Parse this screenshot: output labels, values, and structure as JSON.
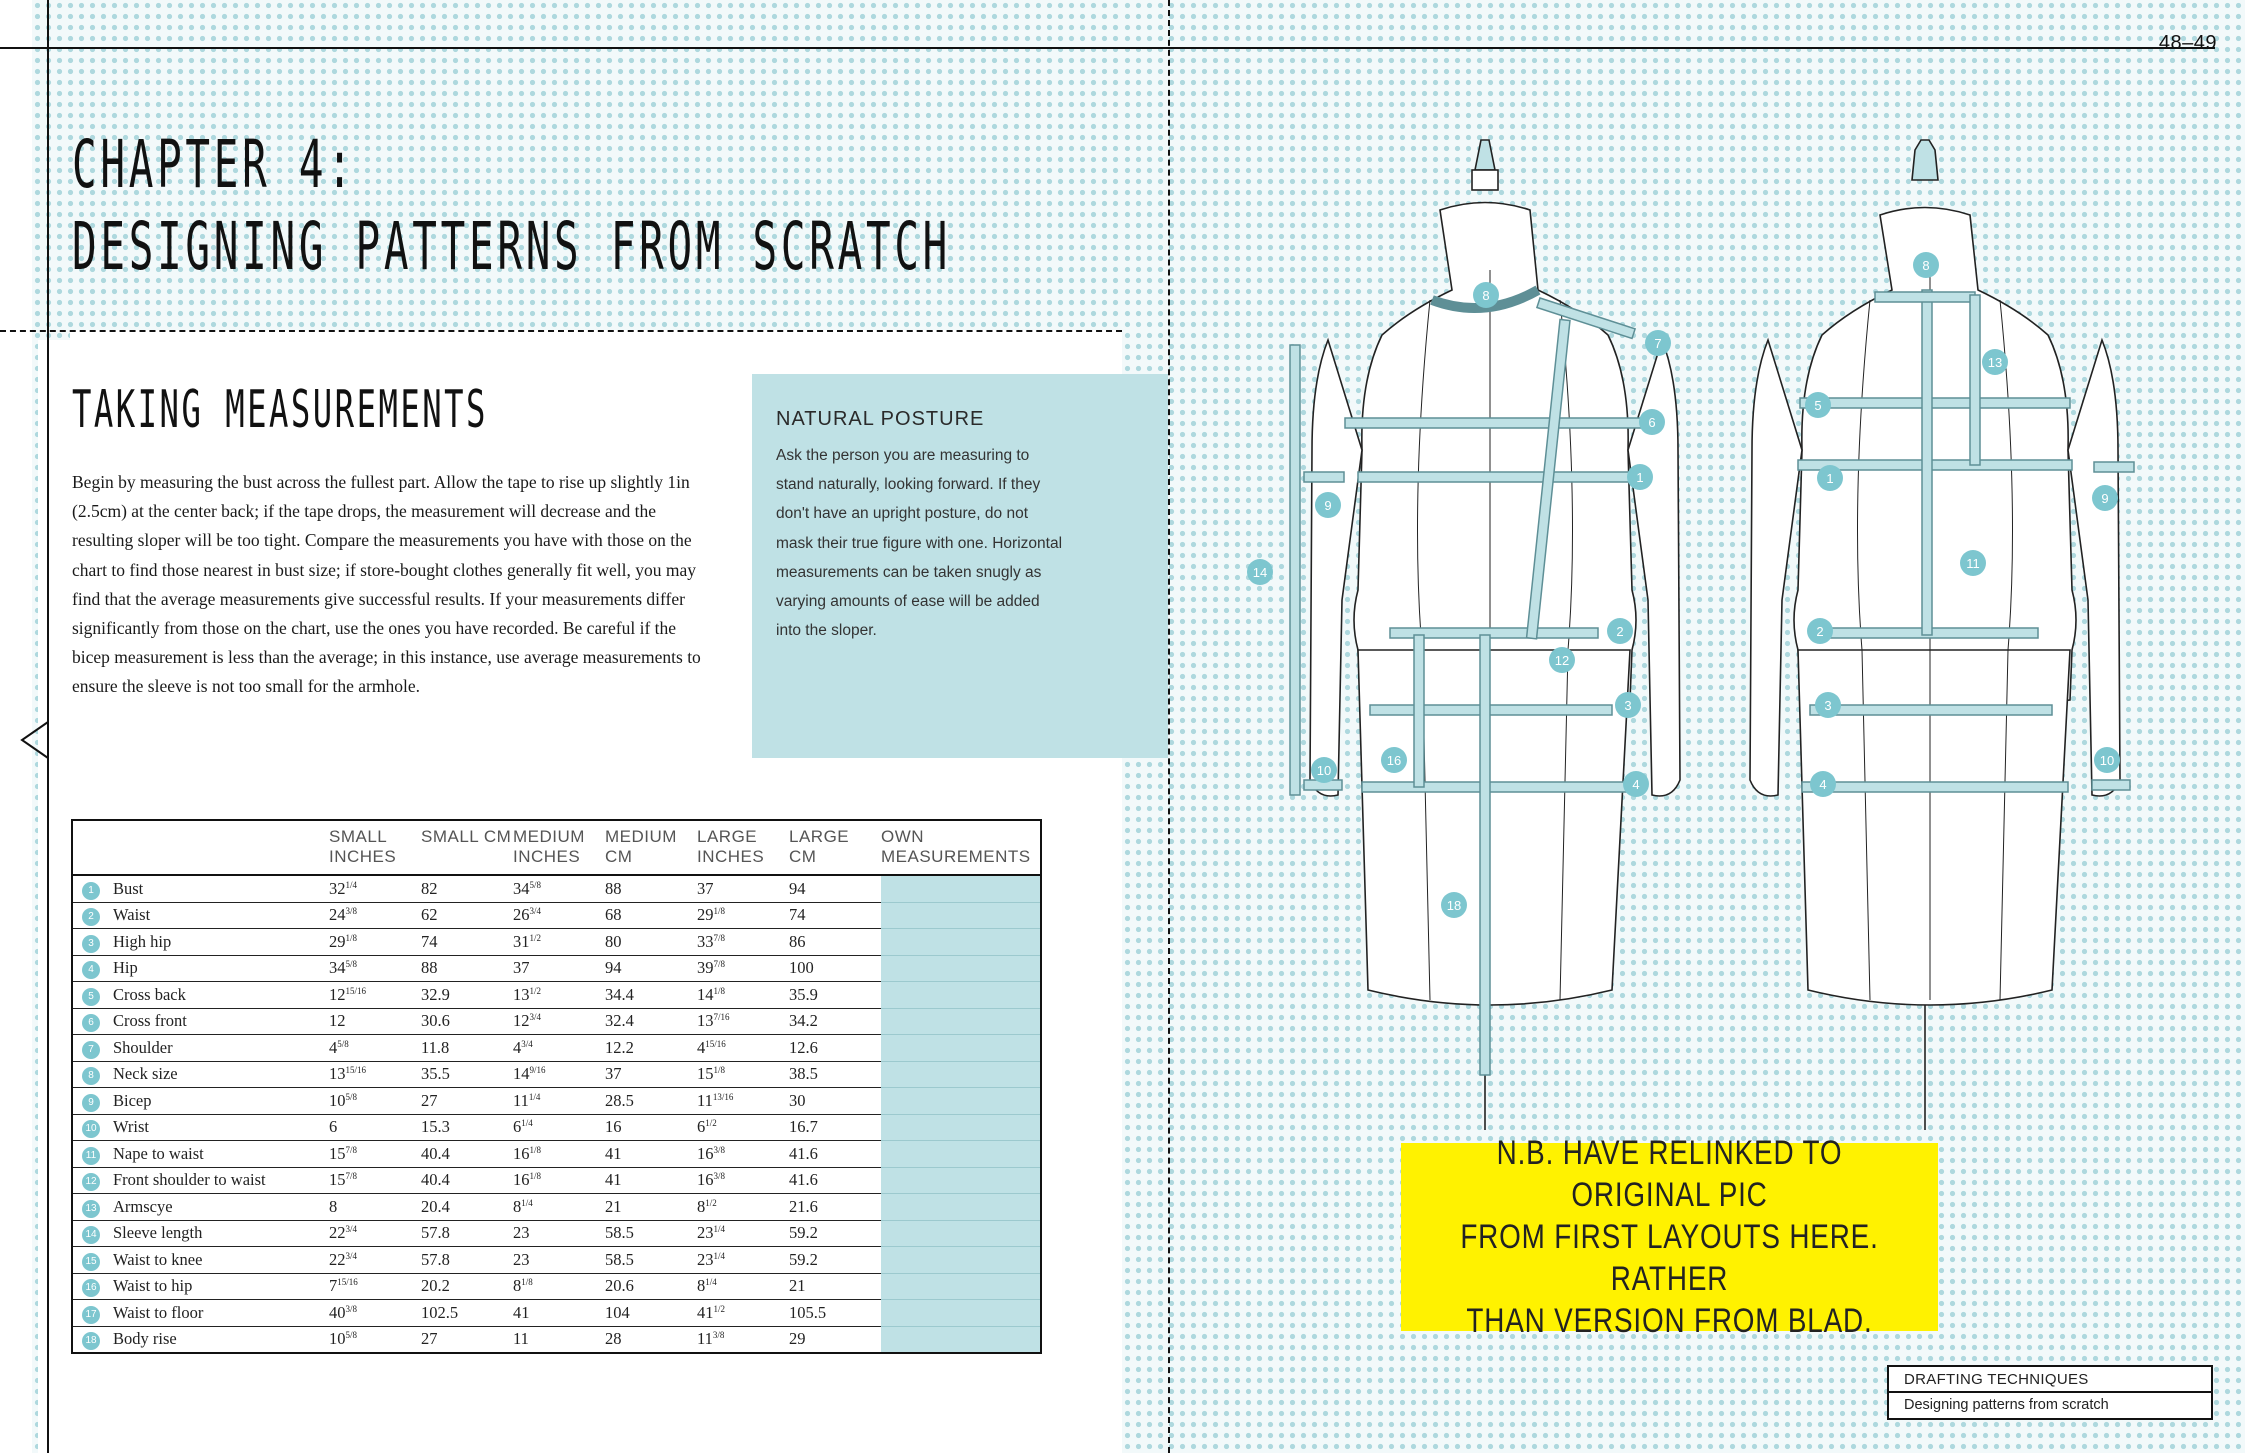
{
  "page": {
    "number": "48–49"
  },
  "chapter": {
    "title": "CHAPTER 4:",
    "subtitle": "DESIGNING PATTERNS FROM SCRATCH"
  },
  "section": {
    "title": "TAKING MEASUREMENTS",
    "body": "Begin by measuring the bust across the fullest part. Allow the tape to rise up slightly 1in (2.5cm) at the center back; if the tape drops, the measurement will decrease and the resulting sloper will be too tight. Compare the measurements you have with those on the chart to find those nearest in bust size; if store-bought clothes generally fit well, you may find that the average measurements give successful results. If your measurements differ significantly from those on the chart, use the ones you have recorded. Be careful if the bicep measurement is less than the average; in this instance, use average measurements to ensure the sleeve is not too small for the armhole."
  },
  "sidebar": {
    "title": "NATURAL POSTURE",
    "body": "Ask the person you are measuring to stand naturally, looking forward. If they don't have an upright posture, do not mask their true figure with one. Horizontal measurements can be taken snugly as varying amounts of ease will be added into the sloper."
  },
  "measurement_table": {
    "headers": [
      "SMALL INCHES",
      "SMALL CM",
      "MEDIUM INCHES",
      "MEDIUM CM",
      "LARGE INCHES",
      "LARGE CM",
      "OWN MEASUREMENTS"
    ],
    "rows": [
      {
        "n": "1",
        "name": "Bust",
        "si": [
          "32",
          "1/4"
        ],
        "sc": "82",
        "mi": [
          "34",
          "5/8"
        ],
        "mc": "88",
        "li": [
          "37",
          ""
        ],
        "lc": "94"
      },
      {
        "n": "2",
        "name": "Waist",
        "si": [
          "24",
          "3/8"
        ],
        "sc": "62",
        "mi": [
          "26",
          "3/4"
        ],
        "mc": "68",
        "li": [
          "29",
          "1/8"
        ],
        "lc": "74"
      },
      {
        "n": "3",
        "name": "High hip",
        "si": [
          "29",
          "1/8"
        ],
        "sc": "74",
        "mi": [
          "31",
          "1/2"
        ],
        "mc": "80",
        "li": [
          "33",
          "7/8"
        ],
        "lc": "86"
      },
      {
        "n": "4",
        "name": "Hip",
        "si": [
          "34",
          "5/8"
        ],
        "sc": "88",
        "mi": [
          "37",
          ""
        ],
        "mc": "94",
        "li": [
          "39",
          "7/8"
        ],
        "lc": "100"
      },
      {
        "n": "5",
        "name": "Cross back",
        "si": [
          "12",
          "15/16"
        ],
        "sc": "32.9",
        "mi": [
          "13",
          "1/2"
        ],
        "mc": "34.4",
        "li": [
          "14",
          "1/8"
        ],
        "lc": "35.9"
      },
      {
        "n": "6",
        "name": "Cross front",
        "si": [
          "12",
          ""
        ],
        "sc": "30.6",
        "mi": [
          "12",
          "3/4"
        ],
        "mc": "32.4",
        "li": [
          "13",
          "7/16"
        ],
        "lc": "34.2"
      },
      {
        "n": "7",
        "name": "Shoulder",
        "si": [
          "4",
          "5/8"
        ],
        "sc": "11.8",
        "mi": [
          "4",
          "3/4"
        ],
        "mc": "12.2",
        "li": [
          "4",
          "15/16"
        ],
        "lc": "12.6"
      },
      {
        "n": "8",
        "name": "Neck size",
        "si": [
          "13",
          "15/16"
        ],
        "sc": "35.5",
        "mi": [
          "14",
          "9/16"
        ],
        "mc": "37",
        "li": [
          "15",
          "1/8"
        ],
        "lc": "38.5"
      },
      {
        "n": "9",
        "name": "Bicep",
        "si": [
          "10",
          "5/8"
        ],
        "sc": "27",
        "mi": [
          "11",
          "1/4"
        ],
        "mc": "28.5",
        "li": [
          "11",
          "13/16"
        ],
        "lc": "30"
      },
      {
        "n": "10",
        "name": "Wrist",
        "si": [
          "6",
          ""
        ],
        "sc": "15.3",
        "mi": [
          "6",
          "1/4"
        ],
        "mc": "16",
        "li": [
          "6",
          "1/2"
        ],
        "lc": "16.7"
      },
      {
        "n": "11",
        "name": "Nape to waist",
        "si": [
          "15",
          "7/8"
        ],
        "sc": "40.4",
        "mi": [
          "16",
          "1/8"
        ],
        "mc": "41",
        "li": [
          "16",
          "3/8"
        ],
        "lc": "41.6"
      },
      {
        "n": "12",
        "name": "Front shoulder to waist",
        "si": [
          "15",
          "7/8"
        ],
        "sc": "40.4",
        "mi": [
          "16",
          "1/8"
        ],
        "mc": "41",
        "li": [
          "16",
          "3/8"
        ],
        "lc": "41.6"
      },
      {
        "n": "13",
        "name": "Armscye",
        "si": [
          "8",
          ""
        ],
        "sc": "20.4",
        "mi": [
          "8",
          "1/4"
        ],
        "mc": "21",
        "li": [
          "8",
          "1/2"
        ],
        "lc": "21.6"
      },
      {
        "n": "14",
        "name": "Sleeve length",
        "si": [
          "22",
          "3/4"
        ],
        "sc": "57.8",
        "mi": [
          "23",
          ""
        ],
        "mc": "58.5",
        "li": [
          "23",
          "1/4"
        ],
        "lc": "59.2"
      },
      {
        "n": "15",
        "name": "Waist to knee",
        "si": [
          "22",
          "3/4"
        ],
        "sc": "57.8",
        "mi": [
          "23",
          ""
        ],
        "mc": "58.5",
        "li": [
          "23",
          "1/4"
        ],
        "lc": "59.2"
      },
      {
        "n": "16",
        "name": "Waist to hip",
        "si": [
          "7",
          "15/16"
        ],
        "sc": "20.2",
        "mi": [
          "8",
          "1/8"
        ],
        "mc": "20.6",
        "li": [
          "8",
          "1/4"
        ],
        "lc": "21"
      },
      {
        "n": "17",
        "name": "Waist to floor",
        "si": [
          "40",
          "3/8"
        ],
        "sc": "102.5",
        "mi": [
          "41",
          ""
        ],
        "mc": "104",
        "li": [
          "41",
          "1/2"
        ],
        "lc": "105.5"
      },
      {
        "n": "18",
        "name": "Body rise",
        "si": [
          "10",
          "5/8"
        ],
        "sc": "27",
        "mi": [
          "11",
          ""
        ],
        "mc": "28",
        "li": [
          "11",
          "3/8"
        ],
        "lc": "29"
      }
    ]
  },
  "illustration": {
    "front_labels": [
      "8",
      "7",
      "6",
      "1",
      "9",
      "14",
      "2",
      "12",
      "3",
      "16",
      "10",
      "4",
      "18"
    ],
    "back_labels": [
      "8",
      "13",
      "5",
      "1",
      "9",
      "11",
      "2",
      "3",
      "10",
      "4"
    ]
  },
  "note": {
    "text": "N.B. HAVE RELINKED TO ORIGINAL PIC\nFROM FIRST LAYOUTS HERE. RATHER\nTHAN VERSION FROM BLAD."
  },
  "footer": {
    "section": "DRAFTING TECHNIQUES",
    "subtitle": "Designing patterns from scratch"
  },
  "colors": {
    "accent": "#7dc6cf",
    "sidebar": "#bfe1e5",
    "note": "#fff200"
  }
}
